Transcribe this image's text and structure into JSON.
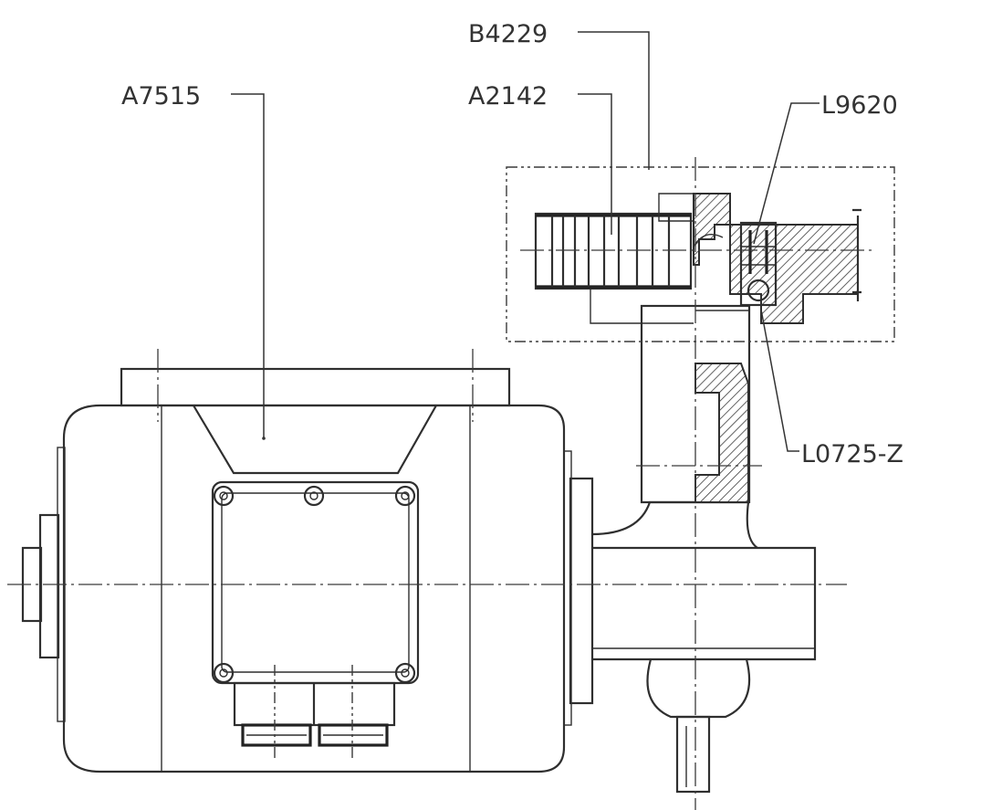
{
  "callouts": {
    "b4229": "B4229",
    "a7515": "A7515",
    "a2142": "A2142",
    "l9620": "L9620",
    "l0725z": "L0725-Z"
  },
  "colors": {
    "line": "#2f2f2f",
    "label": "#333333",
    "background": "#ffffff"
  },
  "icons": {
    "screw": "screw-head-icon",
    "bearing": "ball-bearing-icon"
  }
}
